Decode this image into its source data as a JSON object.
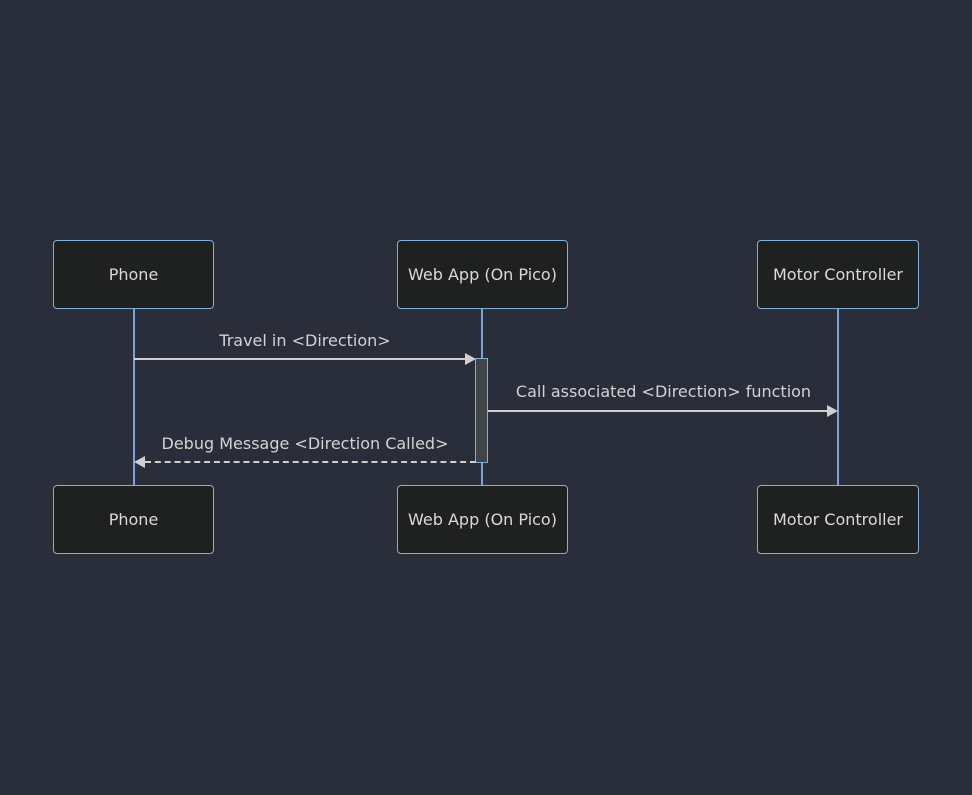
{
  "diagram": {
    "type": "sequence-diagram",
    "theme": "dark",
    "colors": {
      "background": "#2a2e3a",
      "actor_fill": "#1f2020",
      "actor_border": "#81b1db",
      "actor_text": "#d9d9d9",
      "lifeline": "#7ea3d8",
      "signal_line": "#cfcfcf",
      "signal_text": "#d3d3d3",
      "activation_fill": "#40454a",
      "activation_border": "#81b1db"
    },
    "actors": [
      {
        "id": "phone",
        "label": "Phone"
      },
      {
        "id": "webapp",
        "label": "Web App (On Pico)"
      },
      {
        "id": "motor",
        "label": "Motor Controller"
      }
    ],
    "messages": [
      {
        "from": "phone",
        "to": "webapp",
        "label": "Travel in <Direction>",
        "line": "solid",
        "arrow": "filled-right"
      },
      {
        "from": "webapp",
        "to": "motor",
        "label": "Call associated <Direction> function",
        "line": "solid",
        "arrow": "filled-right"
      },
      {
        "from": "webapp",
        "to": "phone",
        "label": "Debug Message <Direction Called>",
        "line": "dashed",
        "arrow": "filled-left"
      }
    ],
    "activations": [
      {
        "actor": "webapp",
        "starts_at_message": 0,
        "ends_at_message": 2
      }
    ]
  }
}
